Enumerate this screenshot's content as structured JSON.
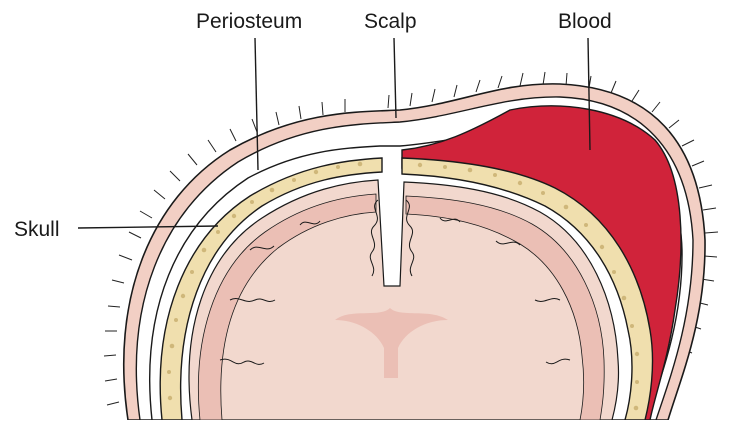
{
  "labels": {
    "periosteum": "Periosteum",
    "scalp": "Scalp",
    "blood": "Blood",
    "skull": "Skull"
  },
  "colors": {
    "scalp_outer": "#f2cfc4",
    "skull_bone": "#f0dfae",
    "bone_dots": "#cfb77a",
    "brain": "#f2d8ce",
    "gyri": "#ebbfb5",
    "blood": "#d0233a",
    "outline": "#1a1a1a"
  }
}
